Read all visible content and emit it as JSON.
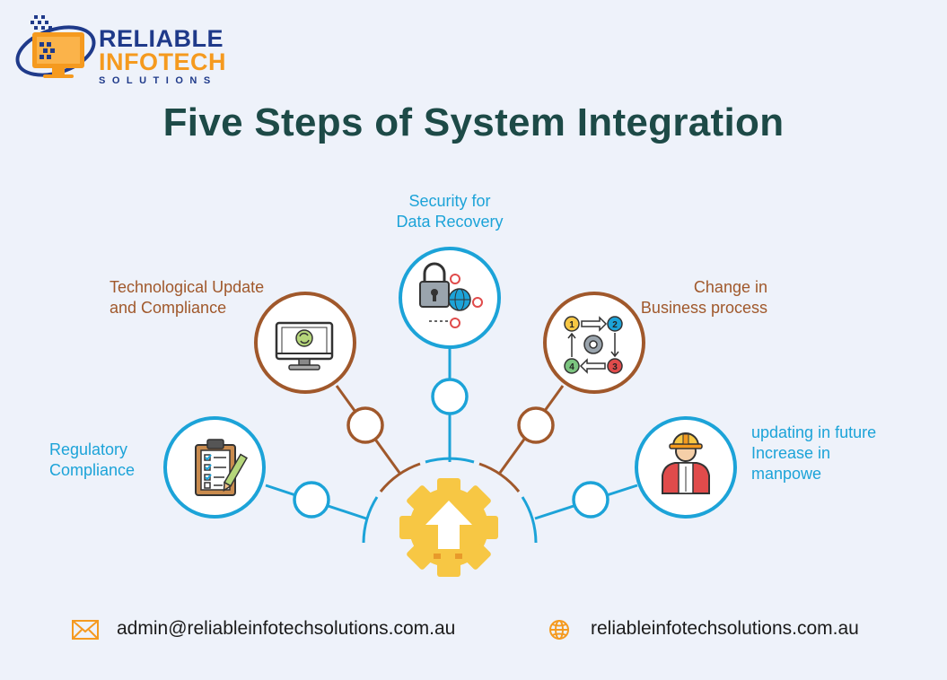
{
  "logo": {
    "line1": "RELIABLE",
    "line2": "INFOTECH",
    "line3": "SOLUTIONS"
  },
  "title": "Five Steps of System Integration",
  "steps": {
    "security": {
      "line1": "Security for",
      "line2": "Data Recovery"
    },
    "tech_update": {
      "line1": "Technological Update",
      "line2": "and Compliance"
    },
    "change": {
      "line1": "Change in",
      "line2": "Business process"
    },
    "regulatory": {
      "line1": "Regulatory",
      "line2": "Compliance"
    },
    "future": {
      "line1": "updating in future",
      "line2": "Increase in",
      "line3": "manpowe"
    }
  },
  "process_numbers": [
    "1",
    "2",
    "3",
    "4"
  ],
  "contact": {
    "email": "admin@reliableinfotechsolutions.com.au",
    "website": "reliableinfotechsolutions.com.au"
  },
  "colors": {
    "blue": "#1ca3d8",
    "brown": "#a0582b",
    "gear": "#f7c744",
    "title": "#1d4a47",
    "accent_orange": "#f59a1f",
    "logo_blue": "#1f3a8a"
  }
}
